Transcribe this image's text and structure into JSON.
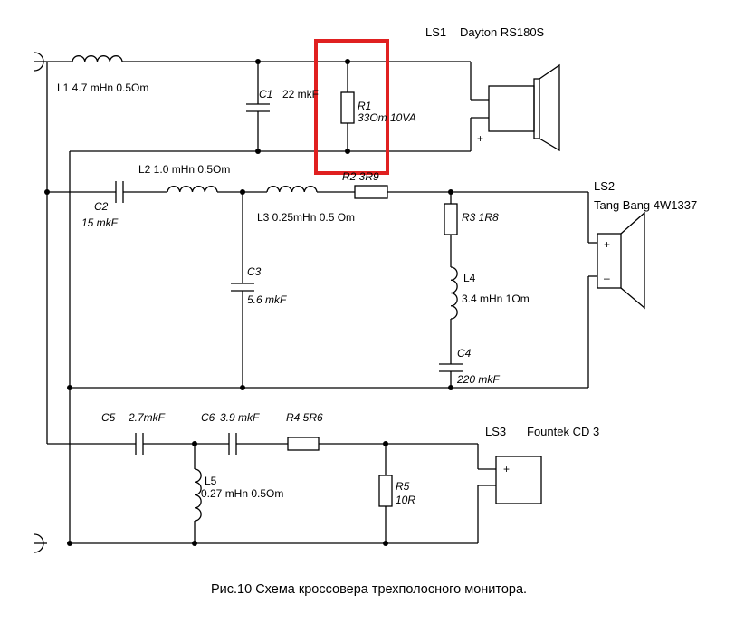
{
  "caption": "Рис.10 Схема кроссовера трехполосного монитора.",
  "highlight_color": "#e02020",
  "speakers": {
    "ls1": {
      "ref": "LS1",
      "model": "Dayton RS180S",
      "polarity": "+"
    },
    "ls2": {
      "ref": "LS2",
      "model": "Tang Bang 4W1337",
      "plus": "+",
      "minus": "–"
    },
    "ls3": {
      "ref": "LS3",
      "model": "Fountek CD 3",
      "polarity": "+"
    }
  },
  "components": {
    "l1": "L1 4.7 mHn 0.5Om",
    "c1_ref": "C1",
    "c1_val": "22 mkF",
    "r1_ref": "R1",
    "r1_val": "33Om 10VA",
    "l2": "L2 1.0 mHn 0.5Om",
    "c2_ref": "C2",
    "c2_val": "15 mkF",
    "l3": "L3 0.25mHn 0.5 Om",
    "r2": "R2  3R9",
    "r3": "R3 1R8",
    "c3_ref": "C3",
    "c3_val": "5.6 mkF",
    "l4_ref": "L4",
    "l4_val": "3.4 mHn 1Om",
    "c4_ref": "C4",
    "c4_val": "220 mkF",
    "c5_ref": "C5",
    "c5_val": "2.7mkF",
    "c6_ref": "C6",
    "c6_val": "3.9 mkF",
    "r4": "R4 5R6",
    "l5_ref": "L5",
    "l5_val": "0.27 mHn 0.5Om",
    "r5_ref": "R5",
    "r5_val": "10R"
  }
}
